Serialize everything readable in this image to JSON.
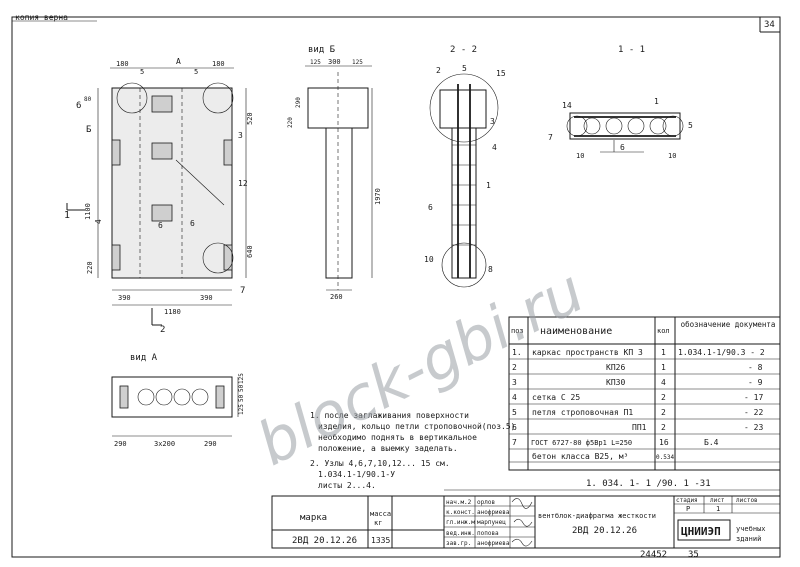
{
  "header": {
    "copy_label": "копия верна",
    "sheet_number": "34"
  },
  "watermark": "block-gbi.ru",
  "views": {
    "main": {
      "dims": [
        "180",
        "5",
        "180",
        "5",
        "А",
        "6",
        "80",
        "Б",
        "1",
        "1100",
        "4",
        "6",
        "220",
        "520",
        "3",
        "12",
        "640",
        "7",
        "390",
        "390",
        "1180",
        "2",
        "6"
      ]
    },
    "vid_b": {
      "title": "вид Б",
      "dims": [
        "125",
        "300",
        "125",
        "290",
        "220",
        "1970",
        "260"
      ]
    },
    "sec22": {
      "title": "2 - 2",
      "labels": [
        "2",
        "5",
        "15",
        "3",
        "4",
        "1",
        "6",
        "10",
        "8"
      ]
    },
    "sec11": {
      "title": "1 - 1",
      "labels": [
        "1",
        "14",
        "7",
        "6",
        "5",
        "10",
        "10"
      ]
    },
    "vid_a": {
      "title": "вид А",
      "dims": [
        "290",
        "3x200",
        "290",
        "125",
        "50",
        "50",
        "125"
      ]
    }
  },
  "notes": [
    "1. после заглаживания поверхности",
    "изделия, кольцо петли строповочной(поз.5)",
    "необходимо поднять в вертикальное",
    "положение, а выемку заделать.",
    "2. Узлы 4,6,7,10,12... 15 см.",
    "1.034.1-1/90.1-У",
    "листы 2...4."
  ],
  "spec": {
    "headers": {
      "pos": "поз",
      "name": "наименование",
      "qty": "кол",
      "doc": "обозначение документа"
    },
    "rows": [
      {
        "pos": "1.",
        "name": "каркас пространств  КП 3",
        "qty": "1",
        "doc": "1.034.1-1/90.3 -  2"
      },
      {
        "pos": "2",
        "name": "КП26",
        "qty": "1",
        "doc": "- 8"
      },
      {
        "pos": "3",
        "name": "КП30",
        "qty": "4",
        "doc": "- 9"
      },
      {
        "pos": "4",
        "name": "сетка          С 25",
        "qty": "2",
        "doc": "- 17"
      },
      {
        "pos": "5",
        "name": "петля строповочная П1",
        "qty": "2",
        "doc": "- 22"
      },
      {
        "pos": "6",
        "name": "ПП1",
        "qty": "2",
        "doc": "- 23"
      },
      {
        "pos": "7",
        "name": "ГОСТ 6727-80 ф5Вр1  L=250",
        "qty": "16",
        "doc": "Б.4"
      },
      {
        "pos": "",
        "name": "бетон класса В25, м³",
        "qty": "0.534",
        "doc": ""
      }
    ]
  },
  "mark_table": {
    "h_mark": "марка",
    "h_mass": "масса",
    "h_unit": "кг",
    "mark": "2ВД 20.12.26",
    "mass": "1335"
  },
  "signatures": [
    {
      "role": "нач.м.2",
      "name": "орлов"
    },
    {
      "role": "к.конст.",
      "name": "анофриева"
    },
    {
      "role": "гл.инж.м",
      "name": "марпунец"
    },
    {
      "role": "вед.инж.",
      "name": "попова"
    },
    {
      "role": "зав.гр.",
      "name": "анофриева"
    }
  ],
  "stamp": {
    "doc_code": "1. 034.  1- 1 /90. 1 -31",
    "title_line1": "вентблок-диафрагма жесткости",
    "title_line2": "2ВД 20.12.26",
    "stage_h": "стадия",
    "sheet_h": "лист",
    "sheets_h": "листов",
    "stage": "Р",
    "sheet": "1",
    "sheets": "",
    "org": "ЦНИИЭП",
    "org_sub1": "учебных",
    "org_sub2": "зданий"
  },
  "footer": {
    "inv": "24452",
    "page": "35"
  }
}
